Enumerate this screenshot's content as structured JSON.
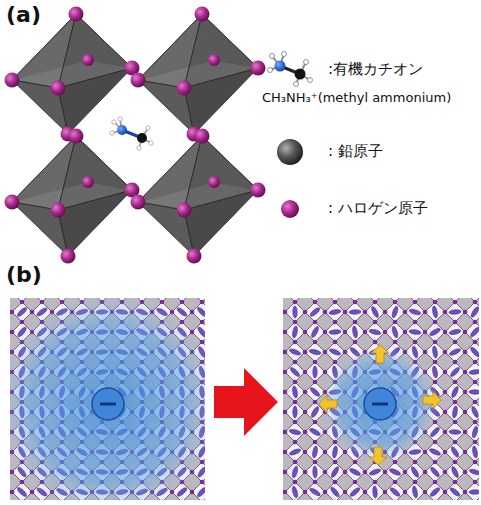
{
  "diagram": {
    "labels": [
      "(a)",
      "(b)",
      "CH₃NH₃⁺(methyl ammonium)"
    ],
    "legend": [
      {
        "text": ":有機カチオン"
      },
      {
        "text": ": 鉛原子"
      },
      {
        "text": ": ハロゲン原子"
      }
    ]
  }
}
